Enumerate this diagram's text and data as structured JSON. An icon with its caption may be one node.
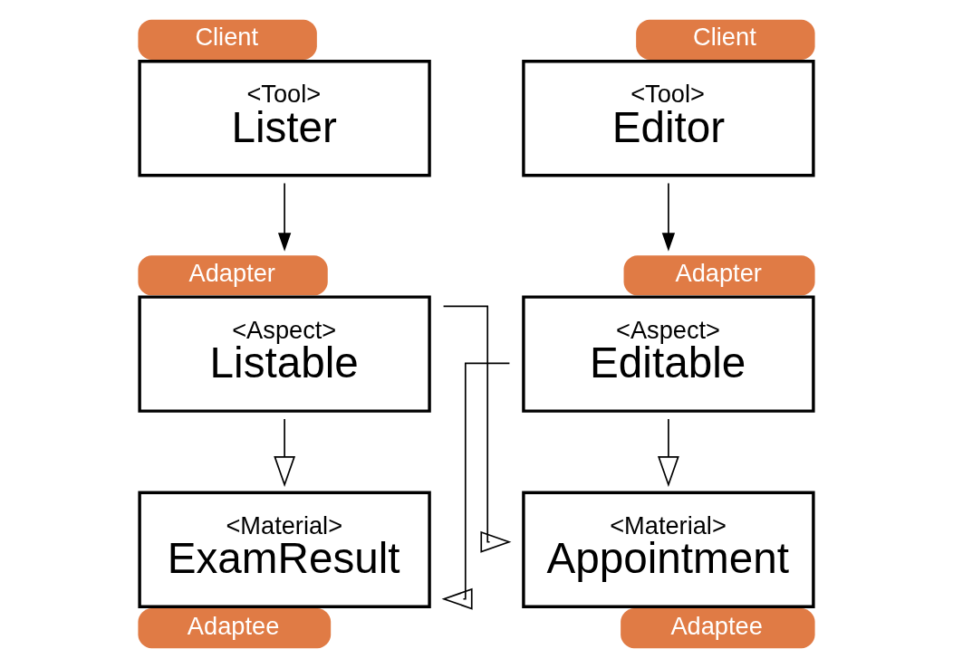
{
  "diagram": {
    "nodes": [
      {
        "text": [
          "<Tool>",
          "Lister"
        ],
        "beside": [
          "Client"
        ]
      },
      {
        "text": [
          "<Tool>",
          "Editor"
        ],
        "beside": [
          "Client"
        ]
      },
      {
        "text": [
          "<Aspect>",
          "Listable"
        ],
        "beside": [
          "Adapter"
        ]
      },
      {
        "text": [
          "<Aspect>",
          "Editable"
        ],
        "beside": [
          "Adapter"
        ]
      },
      {
        "text": [
          "<Material>",
          "ExamResult"
        ],
        "beside": [
          "Adaptee"
        ]
      },
      {
        "text": [
          "<Material>",
          "Appointment"
        ],
        "beside": [
          "Adaptee"
        ]
      }
    ],
    "edges": [
      {
        "from": 0,
        "to": 2,
        "arrow": "to"
      },
      {
        "from": 1,
        "to": 3,
        "arrow": "to"
      },
      {
        "from": 2,
        "to": 4,
        "arrow": "to"
      },
      {
        "from": 2,
        "to": 5,
        "arrow": "to"
      },
      {
        "from": 3,
        "to": 4,
        "arrow": "to"
      },
      {
        "from": 3,
        "to": 5,
        "arrow": "to"
      }
    ]
  }
}
